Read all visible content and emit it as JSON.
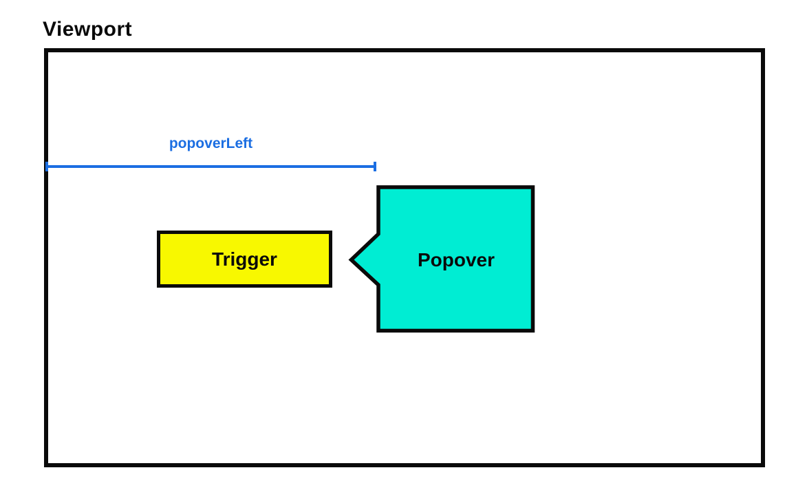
{
  "diagram": {
    "title": "Viewport",
    "measurement": {
      "label": "popoverLeft"
    },
    "trigger": {
      "label": "Trigger"
    },
    "popover": {
      "label": "Popover"
    },
    "colors": {
      "accent_blue": "#1b6ee2",
      "trigger_yellow": "#f8f800",
      "popover_cyan": "#00edd3",
      "outline_black": "#0a0a0a"
    }
  }
}
